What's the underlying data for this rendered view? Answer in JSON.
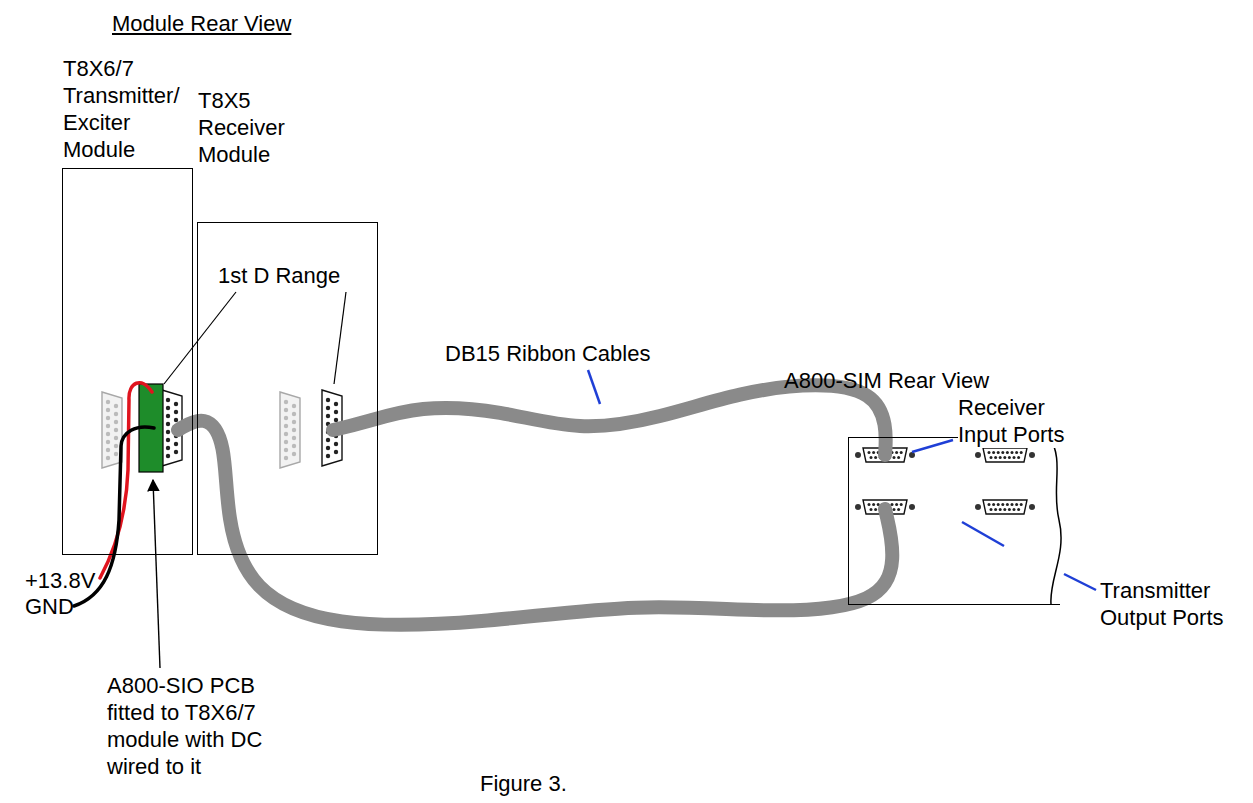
{
  "diagram": {
    "title": "Module Rear View",
    "caption": "Figure 3.",
    "nodes": [
      {
        "text": [
          "T8X6/7 Transmitter/ Exciter Module"
        ]
      },
      {
        "text": [
          "T8X5 Receiver Module"
        ]
      },
      {
        "text": [
          "A800-SIM Rear View"
        ]
      }
    ],
    "edges": [
      {
        "from": 1,
        "to": 2,
        "arrow": "none"
      },
      {
        "from": 0,
        "to": 2,
        "arrow": "none"
      }
    ],
    "labels": [
      "1st D Range",
      "DB15 Ribbon Cables",
      "Receiver Input Ports",
      "Transmitter Output Ports",
      "+13.8V",
      "GND",
      "A800-SIO PCB fitted to T8X6/7 module with DC wired to it"
    ]
  }
}
